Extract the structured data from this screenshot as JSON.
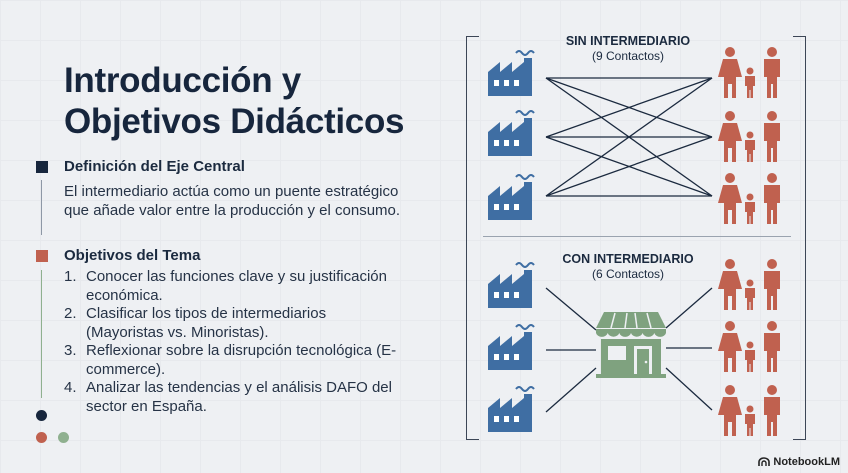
{
  "slide": {
    "title": "Introducción y Objetivos Didácticos",
    "definition": {
      "heading": "Definición del Eje Central",
      "text": "El intermediario actúa como un puente estratégico que añade valor entre la producción y el consumo."
    },
    "objectives": {
      "heading": "Objetivos del Tema",
      "items": [
        {
          "num": "1.",
          "text": "Conocer las funciones clave y su justificación económica."
        },
        {
          "num": "2.",
          "text": "Clasificar los tipos de intermediarios (Mayoristas vs. Minoristas)."
        },
        {
          "num": "3.",
          "text": "Reflexionar sobre la disrupción tecnológica (E-commerce)."
        },
        {
          "num": "4.",
          "text": "Analizar las tendencias y el análisis DAFO del sector en España."
        }
      ]
    }
  },
  "diagram": {
    "without": {
      "title": "SIN INTERMEDIARIO",
      "subtitle": "(9 Contactos)"
    },
    "with": {
      "title": "CON INTERMEDIARIO",
      "subtitle": "(6 Contactos)"
    }
  },
  "colors": {
    "factory": "#3f6ea3",
    "family": "#c0614f",
    "store": "#7fa27f",
    "navy": "#17263d",
    "accent": "#c0614f"
  },
  "icons": {
    "producer": "factory-icon",
    "consumer": "family-icon",
    "intermediary": "store-icon"
  },
  "brand": "NotebookLM"
}
